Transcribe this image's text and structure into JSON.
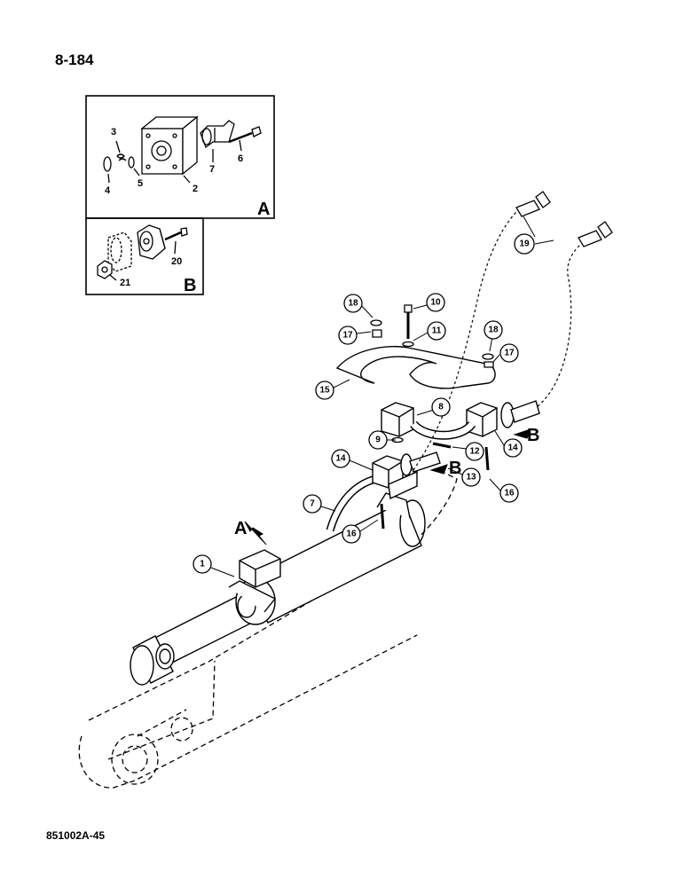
{
  "page_number": "8-184",
  "figure_code": "851002A-45",
  "inset_a": {
    "label": "A",
    "parts": [
      "2",
      "3",
      "4",
      "5",
      "6",
      "7"
    ]
  },
  "inset_b": {
    "label": "B",
    "parts": [
      "20",
      "21"
    ]
  },
  "view_markers": {
    "a": "A",
    "b_right": "B",
    "b_center": "B"
  },
  "callouts": {
    "c1": "1",
    "c7": "7",
    "c8": "8",
    "c9": "9",
    "c10": "10",
    "c11": "11",
    "c12": "12",
    "c13": "13",
    "c14a": "14",
    "c14b": "14",
    "c15": "15",
    "c16a": "16",
    "c16b": "16",
    "c17a": "17",
    "c17b": "17",
    "c18a": "18",
    "c18b": "18",
    "c19": "19"
  }
}
